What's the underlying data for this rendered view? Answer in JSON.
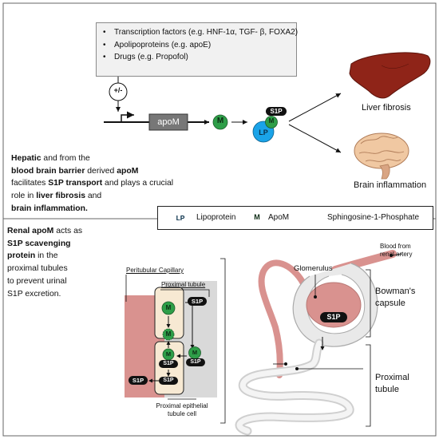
{
  "factor_box": {
    "items": [
      "Transcription factors (e.g. HNF-1α, TGF- β, FOXA2)",
      "Apolipoproteins (e.g. apoE)",
      "Drugs (e.g. Propofol)"
    ]
  },
  "regulation_symbol": "+/-",
  "gene_label": "apoM",
  "m_label": "M",
  "lp_label": "LP",
  "s1p_label": "S1P",
  "outcomes": {
    "liver": "Liver fibrosis",
    "brain": "Brain inflammation"
  },
  "hepatic_text": {
    "l1a": "Hepatic",
    "l1b": " and from the",
    "l2a": "blood brain barrier",
    "l2b": " derived ",
    "l2c": "apoM",
    "l3a": "facilitates ",
    "l3b": "S1P transport",
    "l3c": " and plays a crucial",
    "l4": "role in ",
    "l4b": "liver fibrosis",
    "l4c": " and",
    "l5": "brain inflammation."
  },
  "legend": {
    "lp_desc": "Lipoprotein",
    "m_desc": "ApoM",
    "s1p_desc": "Sphingosine-1-Phosphate"
  },
  "renal_text": {
    "l1a": "Renal apoM",
    "l1b": " acts as",
    "l2": "S1P scavenging",
    "l3a": "protein",
    "l3b": " in the",
    "l4": "proximal tubules",
    "l5": "to prevent urinal",
    "l6": "S1P excretion."
  },
  "kidney_labels": {
    "peritubular": "Peritubular Capillary",
    "proximal_tubule_small": "Proximal tubule",
    "epithelial_l1": "Proximal epithelial",
    "epithelial_l2": "tubule cell",
    "glomerulus": "Glomerulus",
    "blood_l1": "Blood from",
    "blood_l2": "renal artery",
    "bowman_l1": "Bowman's",
    "bowman_l2": "capsule",
    "prox_l1": "Proximal",
    "prox_l2": "tubule"
  },
  "colors": {
    "apom_green": "#2e9e48",
    "lipoprotein_blue": "#1aa3e8",
    "capillary_pink": "#d9928f",
    "tubule_grey": "#d9d9d9",
    "cell_cream": "#f7e9d3",
    "gene_grey": "#777777"
  }
}
